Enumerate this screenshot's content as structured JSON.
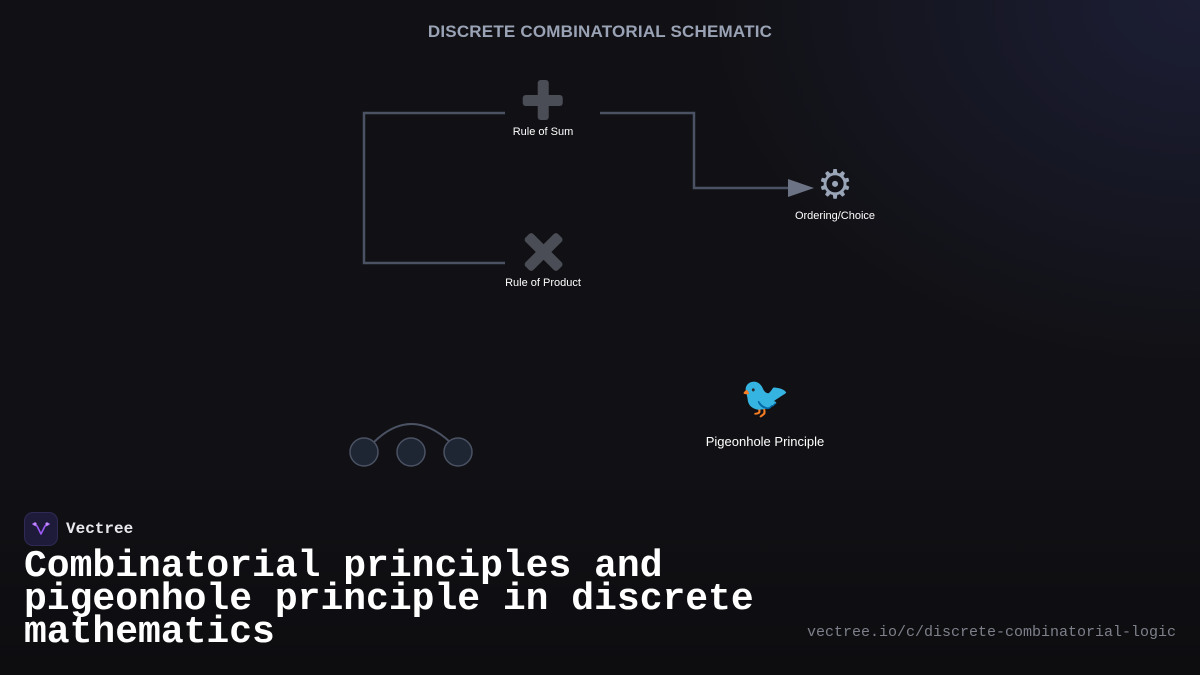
{
  "diagram": {
    "title": "DISCRETE COMBINATORIAL SCHEMATIC",
    "nodes": {
      "rule_of_sum": {
        "label": "Rule of Sum",
        "icon": "heavy-plus-icon"
      },
      "rule_of_product": {
        "label": "Rule of Product",
        "icon": "heavy-multiplication-icon"
      },
      "ordering_choice": {
        "label": "Ordering/Choice",
        "icon": "gear-icon",
        "glyph": "⚙"
      },
      "pigeonhole": {
        "label": "Pigeonhole Principle",
        "icon": "bird-icon",
        "glyph": "🐦"
      }
    },
    "colors": {
      "connector": "#4b5263",
      "arrow": "#6b7384",
      "circle_fill": "#1f2633",
      "circle_stroke": "#4b5263"
    }
  },
  "brand": {
    "name": "Vectree",
    "logo_icon": "vectree-logo-icon",
    "accent": "#9b59f5"
  },
  "footer": {
    "headline": "Combinatorial principles and pigeonhole principle in discrete mathematics",
    "url": "vectree.io/c/discrete-combinatorial-logic"
  }
}
